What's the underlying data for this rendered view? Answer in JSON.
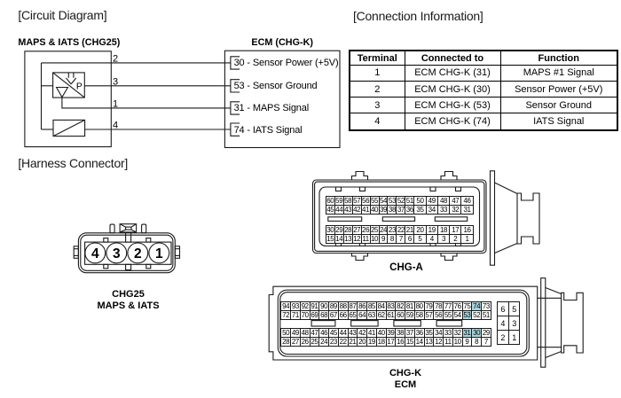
{
  "titles": {
    "circuit_diagram": "[Circuit Diagram]",
    "connection_information": "[Connection Information]",
    "harness_connector": "[Harness Connector]"
  },
  "circuit": {
    "sensor_box_label": "MAPS & IATS (CHG25)",
    "ecm_box_label": "ECM (CHG-K)",
    "pressure_symbol": "P",
    "wires": [
      {
        "number": "2",
        "pin_label": "30 - Sensor Power (+5V)"
      },
      {
        "number": "3",
        "pin_label": "53 - Sensor Ground"
      },
      {
        "number": "1",
        "pin_label": "31 - MAPS Signal"
      },
      {
        "number": "4",
        "pin_label": "74 - IATS Signal"
      }
    ]
  },
  "connection_table": {
    "headers": [
      "Terminal",
      "Connected to",
      "Function"
    ],
    "rows": [
      [
        "1",
        "ECM CHG-K (31)",
        "MAPS #1 Signal"
      ],
      [
        "2",
        "ECM CHG-K (30)",
        "Sensor Power (+5V)"
      ],
      [
        "3",
        "ECM CHG-K (53)",
        "Sensor Ground"
      ],
      [
        "4",
        "ECM CHG-K (74)",
        "IATS Signal"
      ]
    ]
  },
  "harness": {
    "pins": [
      "4",
      "3",
      "2",
      "1"
    ],
    "name": "CHG25",
    "description": "MAPS & IATS"
  },
  "chg_a": {
    "label": "CHG-A",
    "rows": [
      [
        "60",
        "59",
        "58",
        "57",
        "56",
        "55",
        "54",
        "53",
        "52",
        "51",
        "50",
        "49",
        "48",
        "47",
        "46"
      ],
      [
        "45",
        "44",
        "43",
        "42",
        "41",
        "40",
        "39",
        "38",
        "37",
        "36",
        "35",
        "34",
        "33",
        "32",
        "31"
      ],
      [
        "30",
        "29",
        "28",
        "27",
        "26",
        "25",
        "24",
        "23",
        "22",
        "21",
        "20",
        "19",
        "18",
        "17",
        "16"
      ],
      [
        "15",
        "14",
        "13",
        "12",
        "11",
        "10",
        "9",
        "8",
        "7",
        "6",
        "5",
        "4",
        "3",
        "2",
        "1"
      ]
    ]
  },
  "chg_k": {
    "label": "CHG-K",
    "sublabel": "ECM",
    "rows": [
      [
        "94",
        "93",
        "92",
        "91",
        "90",
        "89",
        "88",
        "87",
        "86",
        "85",
        "84",
        "83",
        "82",
        "81",
        "80",
        "79",
        "78",
        "77",
        "76",
        "75",
        "74",
        "73"
      ],
      [
        "72",
        "71",
        "70",
        "69",
        "68",
        "67",
        "66",
        "65",
        "64",
        "63",
        "62",
        "61",
        "60",
        "59",
        "58",
        "57",
        "56",
        "55",
        "54",
        "53",
        "52",
        "51"
      ],
      [
        "50",
        "49",
        "48",
        "47",
        "46",
        "45",
        "44",
        "43",
        "42",
        "41",
        "40",
        "39",
        "38",
        "37",
        "36",
        "35",
        "34",
        "33",
        "32",
        "31",
        "30",
        "29"
      ],
      [
        "28",
        "27",
        "26",
        "25",
        "24",
        "23",
        "22",
        "21",
        "20",
        "19",
        "18",
        "17",
        "16",
        "15",
        "14",
        "13",
        "12",
        "11",
        "10",
        "9",
        "8",
        "7"
      ]
    ],
    "aux_rows": [
      [
        "6",
        "5"
      ],
      [
        "4",
        "3"
      ],
      [
        "2",
        "1"
      ]
    ],
    "highlighted_pins": [
      "74",
      "53",
      "31",
      "30"
    ],
    "highlight_color": "#a9d5de"
  }
}
